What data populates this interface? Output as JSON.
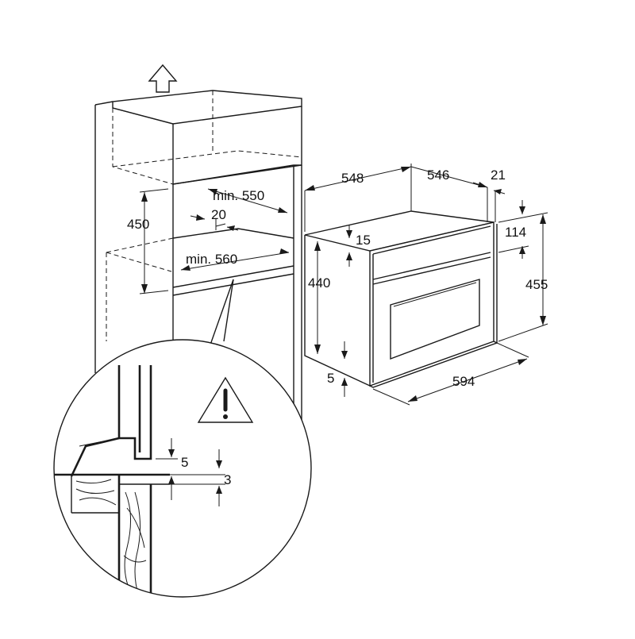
{
  "diagram": {
    "dimensions": {
      "oven_depth": "548",
      "oven_depth_body": "546",
      "front_offset": "21",
      "panel_height": "114",
      "total_height": "455",
      "body_height": "440",
      "top_gap": "15",
      "bottom_gap": "5",
      "width": "594",
      "niche_height": "450",
      "niche_min_depth": "min. 550",
      "rear_gap": "20",
      "niche_min_width": "min. 560",
      "detail_gap": "5",
      "detail_depth": "3"
    },
    "icons": {
      "up_arrow": "up-arrow-icon",
      "warning": "warning-icon"
    },
    "colors": {
      "line": "#1a1a1a",
      "background": "#ffffff"
    }
  }
}
